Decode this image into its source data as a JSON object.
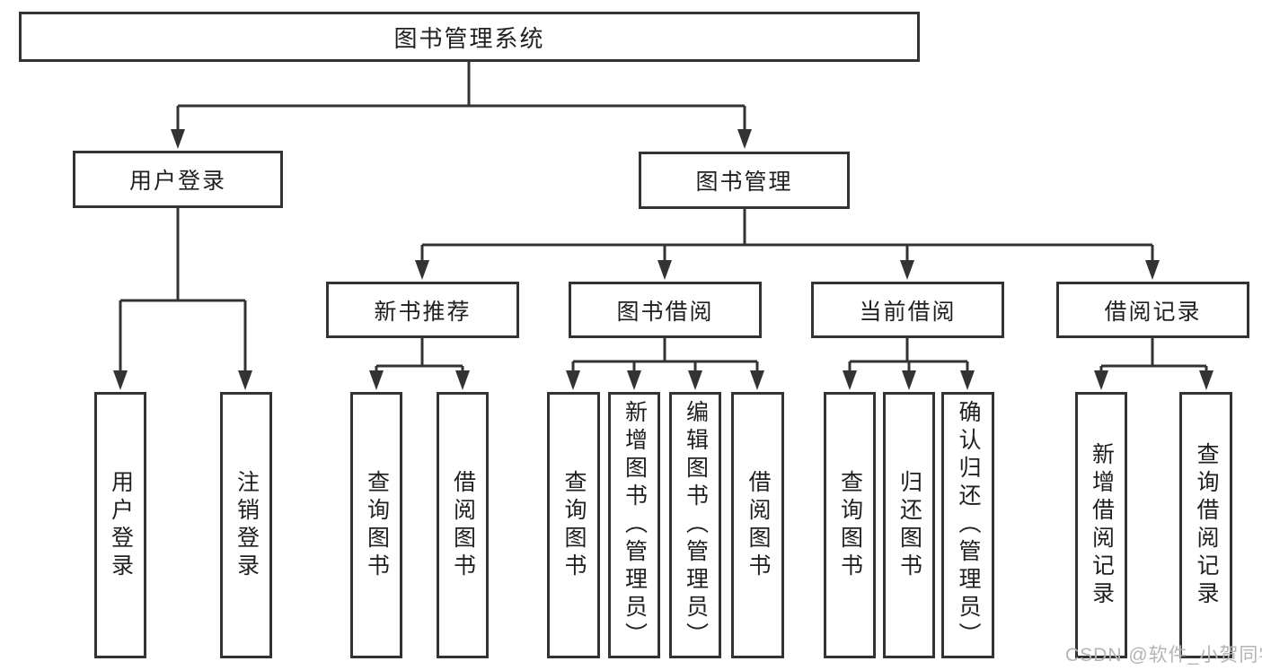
{
  "diagram": {
    "root": "图书管理系统",
    "user_login": {
      "label": "用户登录",
      "children": [
        "用户登录",
        "注销登录"
      ]
    },
    "book_mgmt": {
      "label": "图书管理",
      "sections": [
        {
          "label": "新书推荐",
          "children": [
            "查询图书",
            "借阅图书"
          ]
        },
        {
          "label": "图书借阅",
          "children": [
            "查询图书",
            "新增图书（管理员）",
            "编辑图书（管理员）",
            "借阅图书"
          ]
        },
        {
          "label": "当前借阅",
          "children": [
            "查询图书",
            "归还图书",
            "确认归还（管理员）"
          ]
        },
        {
          "label": "借阅记录",
          "children": [
            "新增借阅记录",
            "查询借阅记录"
          ]
        }
      ]
    }
  },
  "colors": {
    "line": "#333333",
    "text": "#1f1f1f",
    "watermark": "#b4b4b4"
  },
  "watermark": "CSDN @软件_小贺同学"
}
